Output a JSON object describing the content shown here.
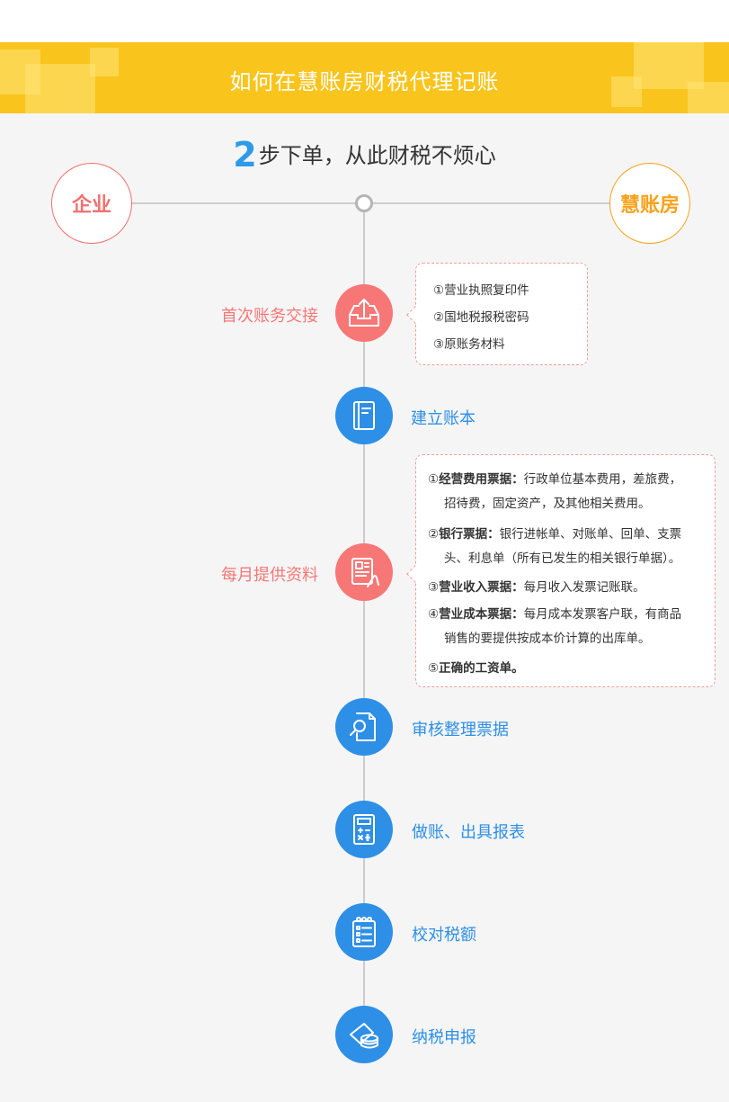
{
  "banner": {
    "title": "如何在慧账房财税代理记账"
  },
  "heading": {
    "number": "2",
    "text": "步下单，从此财税不烦心"
  },
  "parties": {
    "left": "企业",
    "right": "慧账房"
  },
  "steps": [
    {
      "label": "首次账务交接",
      "icon": "inbox-upload-icon",
      "color": "#f77777"
    },
    {
      "label": "建立账本",
      "icon": "ledger-book-icon",
      "color": "#2e8fe6"
    },
    {
      "label": "每月提供资料",
      "icon": "document-hand-icon",
      "color": "#f77777"
    },
    {
      "label": "审核整理票据",
      "icon": "document-search-icon",
      "color": "#2e8fe6"
    },
    {
      "label": "做账、出具报表",
      "icon": "calculator-icon",
      "color": "#2e8fe6"
    },
    {
      "label": "校对税额",
      "icon": "checklist-notepad-icon",
      "color": "#2e8fe6"
    },
    {
      "label": "纳税申报",
      "icon": "coins-card-icon",
      "color": "#2e8fe6"
    }
  ],
  "note1": {
    "items": [
      "①营业执照复印件",
      "②国地税报税密码",
      "③原账务材料"
    ]
  },
  "note2": {
    "items": [
      {
        "num": "①",
        "title": "经营费用票据：",
        "line1": "行政单位基本费用，差旅费，",
        "line2": "招待费，固定资产，及其他相关费用。"
      },
      {
        "num": "②",
        "title": "银行票据：",
        "line1": "银行进帐单、对账单、回单、支票",
        "line2": "头、利息单（所有已发生的相关银行单据）。"
      },
      {
        "num": "③",
        "title": "营业收入票据：",
        "line1": "每月收入发票记账联。",
        "line2": ""
      },
      {
        "num": "④",
        "title": "营业成本票据：",
        "line1": "每月成本发票客户联，有商品",
        "line2": "销售的要提供按成本价计算的出库单。"
      },
      {
        "num": "⑤",
        "title": "正确的工资单。",
        "line1": "",
        "line2": ""
      }
    ]
  }
}
